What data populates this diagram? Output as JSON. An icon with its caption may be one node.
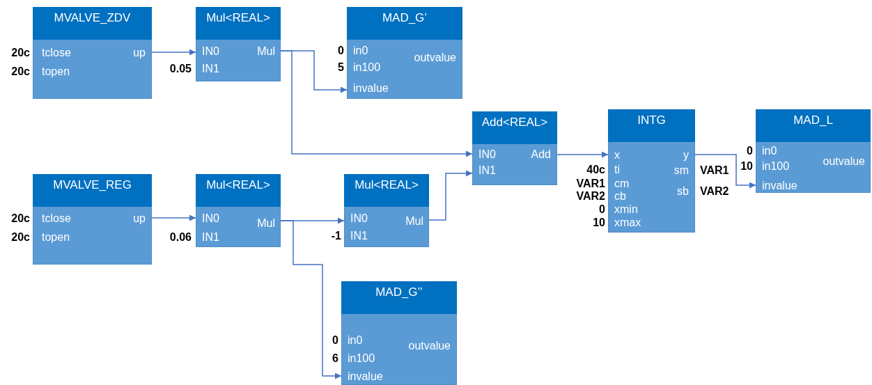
{
  "diagram": {
    "nodes": [
      {
        "text": [
          "MVALVE_ZDV",
          "tclose",
          "up",
          "topen"
        ],
        "beside": [
          "20c",
          "20c"
        ]
      },
      {
        "text": [
          "Mul<REAL>",
          "IN0",
          "Mul",
          "IN1"
        ],
        "beside": [
          "0.05"
        ]
      },
      {
        "text": [
          "MAD_G’",
          "in0",
          "outvalue",
          "in100",
          "invalue"
        ],
        "beside": [
          "0",
          "5"
        ]
      },
      {
        "text": [
          "Add<REAL>",
          "IN0",
          "Add",
          "IN1"
        ]
      },
      {
        "text": [
          "INTG",
          "x",
          "y",
          "ti",
          "sm",
          "cm",
          "cb",
          "sb",
          "xmin",
          "xmax"
        ],
        "beside": [
          "40c",
          "VAR1",
          "VAR2",
          "0",
          "10",
          "VAR1",
          "VAR2"
        ]
      },
      {
        "text": [
          "MAD_L",
          "in0",
          "outvalue",
          "in100",
          "invalue"
        ],
        "beside": [
          "0",
          "10"
        ]
      },
      {
        "text": [
          "MVALVE_REG",
          "tclose",
          "up",
          "topen"
        ],
        "beside": [
          "20c",
          "20c"
        ]
      },
      {
        "text": [
          "Mul<REAL>",
          "IN0",
          "Mul",
          "IN1"
        ],
        "beside": [
          "0.06"
        ]
      },
      {
        "text": [
          "Mul<REAL>",
          "IN0",
          "Mul",
          "IN1"
        ],
        "beside": [
          "-1"
        ]
      },
      {
        "text": [
          "MAD_G’’",
          "in0",
          "outvalue",
          "in100",
          "invalue"
        ],
        "beside": [
          "0",
          "6"
        ]
      }
    ],
    "edges": [
      {
        "from": 0,
        "to": 1,
        "arrow": "to"
      },
      {
        "from": 1,
        "to": 2,
        "arrow": "to"
      },
      {
        "from": 1,
        "to": 3,
        "arrow": "to"
      },
      {
        "from": 3,
        "to": 4,
        "arrow": "to"
      },
      {
        "from": 4,
        "to": 5,
        "arrow": "to"
      },
      {
        "from": 6,
        "to": 7,
        "arrow": "to"
      },
      {
        "from": 7,
        "to": 8,
        "arrow": "to"
      },
      {
        "from": 7,
        "to": 9,
        "arrow": "to"
      },
      {
        "from": 8,
        "to": 3,
        "arrow": "to"
      }
    ]
  }
}
